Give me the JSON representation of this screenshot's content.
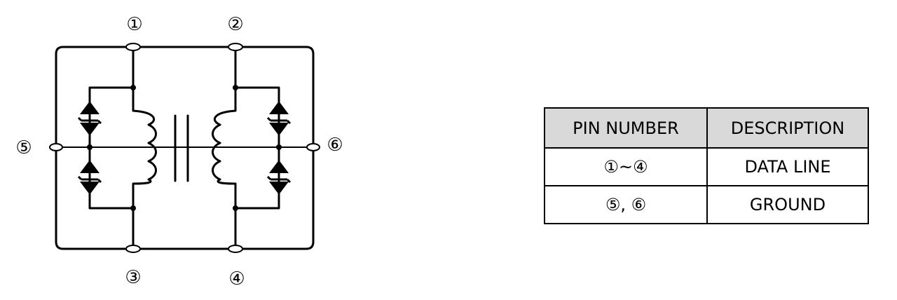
{
  "diagram": {
    "pins": {
      "p1": "①",
      "p2": "②",
      "p3": "③",
      "p4": "④",
      "p5": "⑤",
      "p6": "⑥"
    }
  },
  "table": {
    "headers": [
      "PIN NUMBER",
      "DESCRIPTION"
    ],
    "rows": [
      [
        "①~④",
        "DATA LINE"
      ],
      [
        "⑤, ⑥",
        "GROUND"
      ]
    ]
  }
}
